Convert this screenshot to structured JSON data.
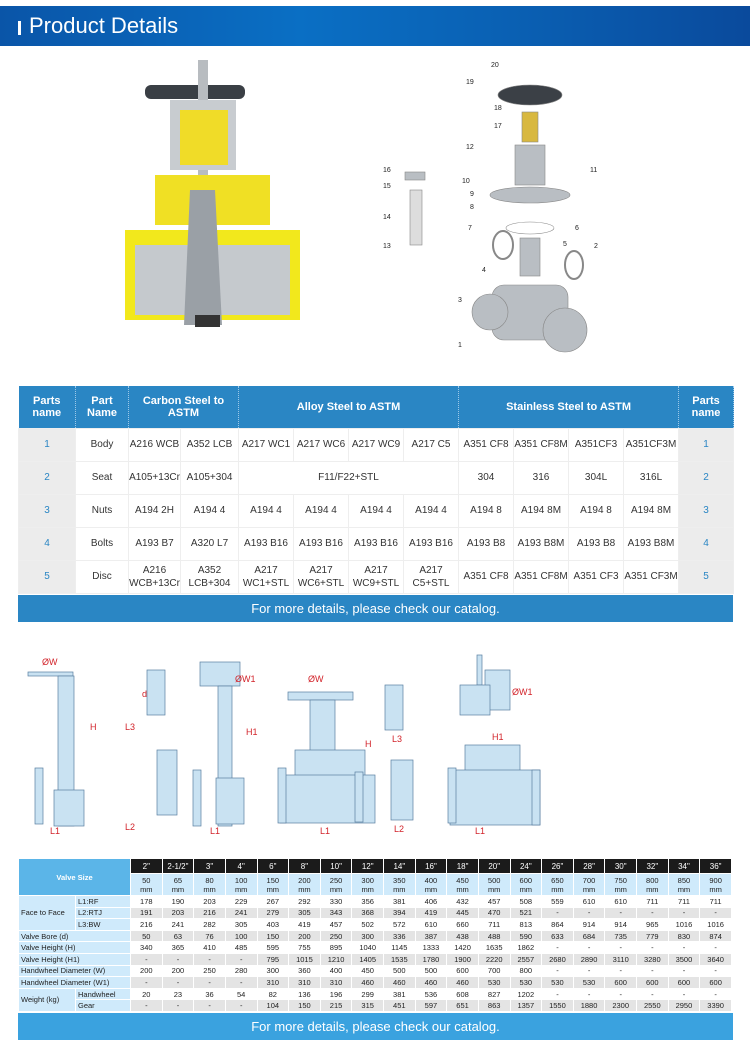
{
  "header": {
    "title": "Product Details"
  },
  "exploded_labels": [
    "20",
    "19",
    "18",
    "17",
    "12",
    "11",
    "10",
    "9",
    "8",
    "7",
    "6",
    "5",
    "2",
    "4",
    "3",
    "1",
    "16",
    "15",
    "14",
    "13"
  ],
  "parts_table": {
    "headers": [
      "Parts name",
      "Part Name",
      "Carbon Steel to ASTM",
      "Alloy Steel to ASTM",
      "Stainless Steel to ASTM",
      "Parts name"
    ],
    "rows": [
      {
        "no": "1",
        "name": "Body",
        "cells": [
          "A216 WCB",
          "A352 LCB",
          "A217 WC1",
          "A217 WC6",
          "A217 WC9",
          "A217 C5",
          "A351 CF8",
          "A351 CF8M",
          "A351CF3",
          "A351CF3M"
        ]
      },
      {
        "no": "2",
        "name": "Seat",
        "cells": [
          "A105+13Cr",
          "A105+304",
          "F11/F22+STL",
          "304",
          "316",
          "304L",
          "316L"
        ]
      },
      {
        "no": "3",
        "name": "Nuts",
        "cells": [
          "A194 2H",
          "A194 4",
          "A194 4",
          "A194 4",
          "A194 4",
          "A194 4",
          "A194 8",
          "A194 8M",
          "A194 8",
          "A194 8M"
        ]
      },
      {
        "no": "4",
        "name": "Bolts",
        "cells": [
          "A193 B7",
          "A320 L7",
          "A193 B16",
          "A193 B16",
          "A193 B16",
          "A193 B16",
          "A193 B8",
          "A193 B8M",
          "A193 B8",
          "A193 B8M"
        ]
      },
      {
        "no": "5",
        "name": "Disc",
        "cells": [
          "A216 WCB+13Cr",
          "A352 LCB+304",
          "A217 WC1+STL",
          "A217 WC6+STL",
          "A217 WC9+STL",
          "A217 C5+STL",
          "A351 CF8",
          "A351 CF8M",
          "A351 CF3",
          "A351 CF3M"
        ]
      }
    ],
    "footer": "For more details, please check our catalog."
  },
  "drawing_labels": {
    "w": "ØW",
    "w1": "ØW1",
    "h": "H",
    "h1": "H1",
    "l1": "L1",
    "l2": "L2",
    "l3": "L3",
    "d": "d"
  },
  "dim_table": {
    "valve_size_label": "Valve Size",
    "sizes": [
      "2\"",
      "2-1/2\"",
      "3\"",
      "4\"",
      "6\"",
      "8\"",
      "10\"",
      "12\"",
      "14\"",
      "16\"",
      "18\"",
      "20\"",
      "24\"",
      "26\"",
      "28\"",
      "30\"",
      "32\"",
      "34\"",
      "36\""
    ],
    "mm": [
      "50",
      "65",
      "80",
      "100",
      "150",
      "200",
      "250",
      "300",
      "350",
      "400",
      "450",
      "500",
      "600",
      "650",
      "700",
      "750",
      "800",
      "850",
      "900"
    ],
    "mm_unit": "mm",
    "face_to_face_label": "Face to Face",
    "weight_label": "Weight (kg)",
    "rows": [
      {
        "sub": "L1:RF",
        "values": [
          "178",
          "190",
          "203",
          "229",
          "267",
          "292",
          "330",
          "356",
          "381",
          "406",
          "432",
          "457",
          "508",
          "559",
          "610",
          "610",
          "711",
          "711",
          "711"
        ]
      },
      {
        "sub": "L2:RTJ",
        "values": [
          "191",
          "203",
          "216",
          "241",
          "279",
          "305",
          "343",
          "368",
          "394",
          "419",
          "445",
          "470",
          "521",
          "-",
          "-",
          "-",
          "-",
          "-",
          "-"
        ]
      },
      {
        "sub": "L3:BW",
        "values": [
          "216",
          "241",
          "282",
          "305",
          "403",
          "419",
          "457",
          "502",
          "572",
          "610",
          "660",
          "711",
          "813",
          "864",
          "914",
          "914",
          "965",
          "1016",
          "1016"
        ]
      },
      {
        "label": "Valve Bore (d)",
        "values": [
          "50",
          "63",
          "76",
          "100",
          "150",
          "200",
          "250",
          "300",
          "336",
          "387",
          "438",
          "488",
          "590",
          "633",
          "684",
          "735",
          "779",
          "830",
          "874"
        ]
      },
      {
        "label": "Valve Height (H)",
        "values": [
          "340",
          "365",
          "410",
          "485",
          "595",
          "755",
          "895",
          "1040",
          "1145",
          "1333",
          "1420",
          "1635",
          "1862",
          "-",
          "-",
          "-",
          "-",
          "-",
          "-"
        ]
      },
      {
        "label": "Valve Height (H1)",
        "values": [
          "-",
          "-",
          "-",
          "-",
          "795",
          "1015",
          "1210",
          "1405",
          "1535",
          "1780",
          "1900",
          "2220",
          "2557",
          "2680",
          "2890",
          "3110",
          "3280",
          "3500",
          "3640"
        ]
      },
      {
        "label": "Handwheel Diameter (W)",
        "values": [
          "200",
          "200",
          "250",
          "280",
          "300",
          "360",
          "400",
          "450",
          "500",
          "500",
          "600",
          "700",
          "800",
          "-",
          "-",
          "-",
          "-",
          "-",
          "-"
        ]
      },
      {
        "label": "Handwheel Diameter (W1)",
        "values": [
          "-",
          "-",
          "-",
          "-",
          "310",
          "310",
          "310",
          "460",
          "460",
          "460",
          "460",
          "530",
          "530",
          "530",
          "530",
          "600",
          "600",
          "600",
          "600"
        ]
      },
      {
        "sub": "Handwheel",
        "values": [
          "20",
          "23",
          "36",
          "54",
          "82",
          "136",
          "196",
          "299",
          "381",
          "536",
          "608",
          "827",
          "1202",
          "-",
          "-",
          "-",
          "-",
          "-",
          "-"
        ]
      },
      {
        "sub": "Gear",
        "values": [
          "-",
          "-",
          "-",
          "-",
          "104",
          "150",
          "215",
          "315",
          "451",
          "597",
          "651",
          "863",
          "1357",
          "1550",
          "1880",
          "2300",
          "2550",
          "2950",
          "3390"
        ]
      }
    ],
    "footer": "For more details, please check our catalog."
  }
}
